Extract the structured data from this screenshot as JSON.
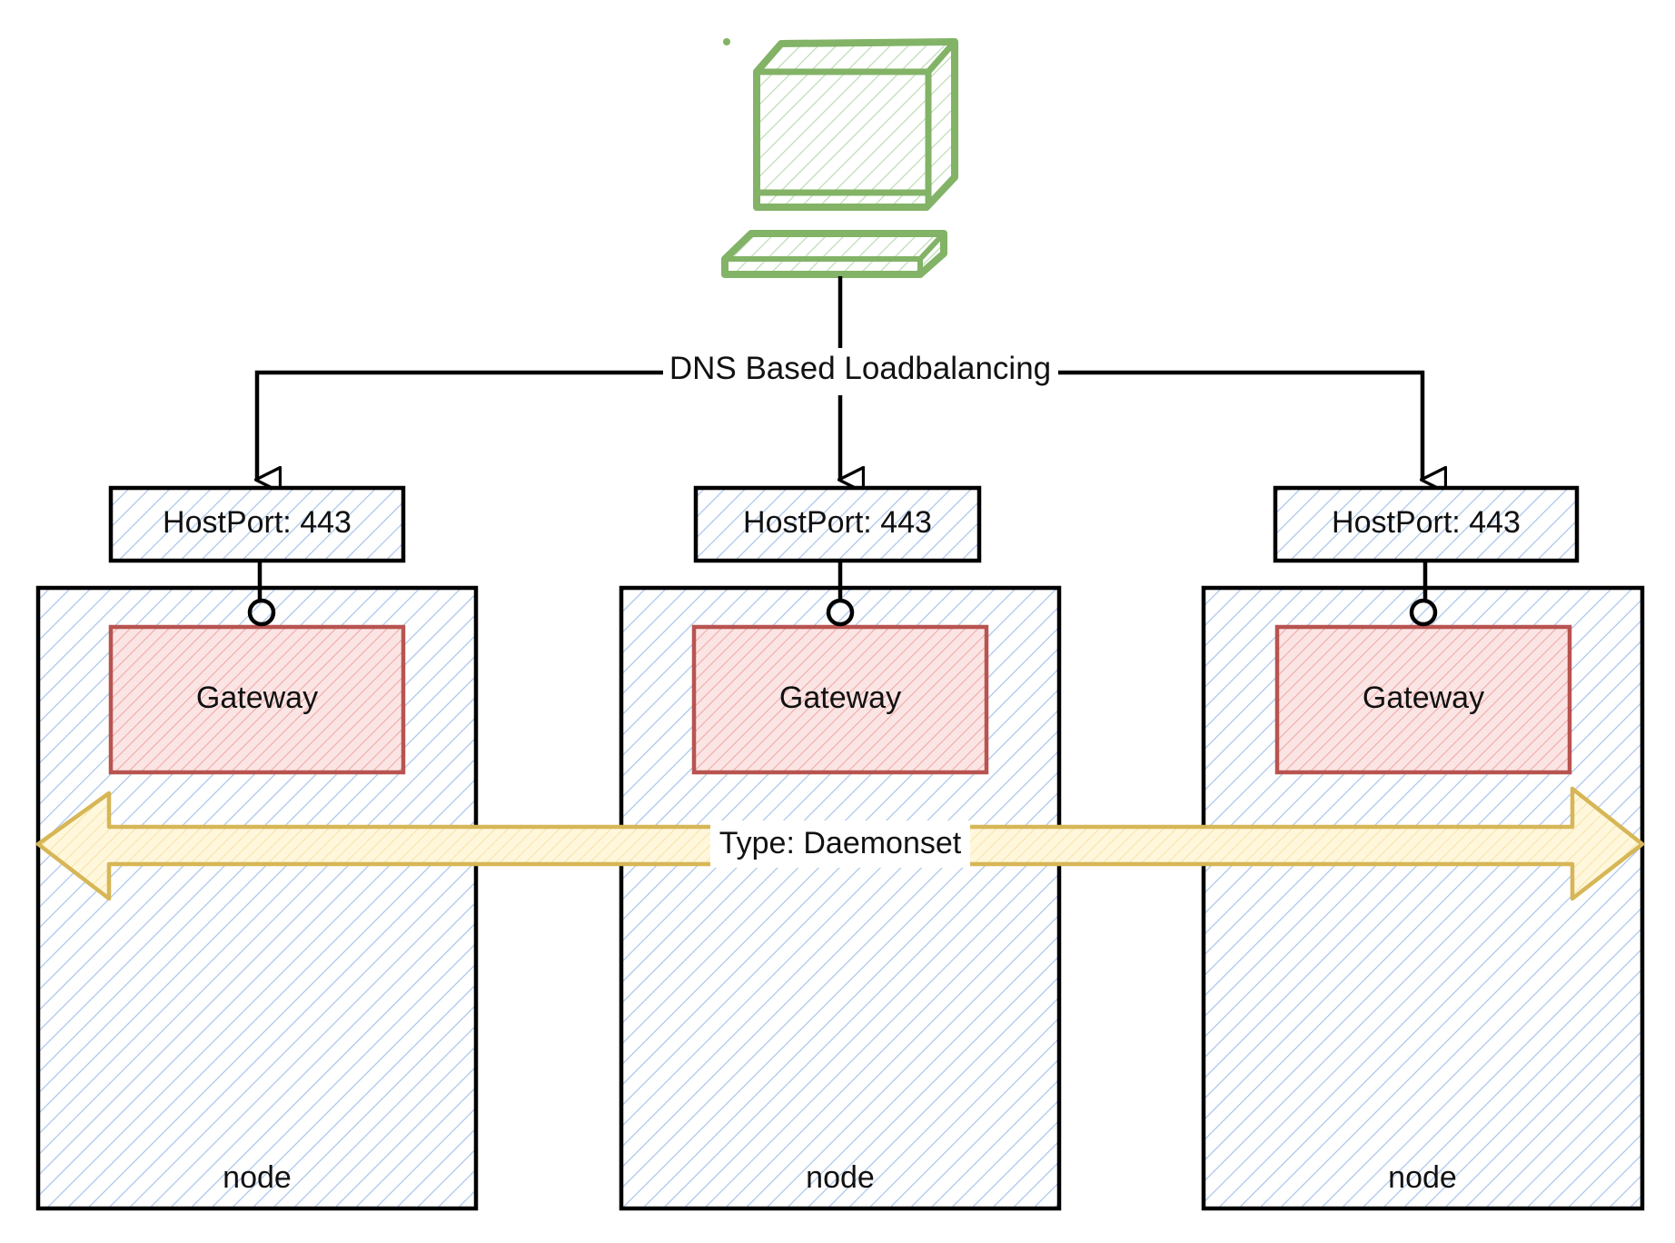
{
  "diagram": {
    "client_icon": "computer-icon",
    "connector_label": "DNS Based Loadbalancing",
    "daemonset_label": "Type: Daemonset",
    "hostports": [
      "HostPort: 443",
      "HostPort: 443",
      "HostPort: 443"
    ],
    "gateways": [
      "Gateway",
      "Gateway",
      "Gateway"
    ],
    "nodes": [
      "node",
      "node",
      "node"
    ]
  },
  "colors": {
    "computer_stroke": "#82b366",
    "computer_fill": "#d5e8d4",
    "node_fill": "#dae8fc",
    "gateway_stroke": "#b85450",
    "gateway_fill": "#f8cecc",
    "daemonset_stroke": "#d6b656",
    "daemonset_fill": "#fff2cc",
    "line": "#000000"
  }
}
